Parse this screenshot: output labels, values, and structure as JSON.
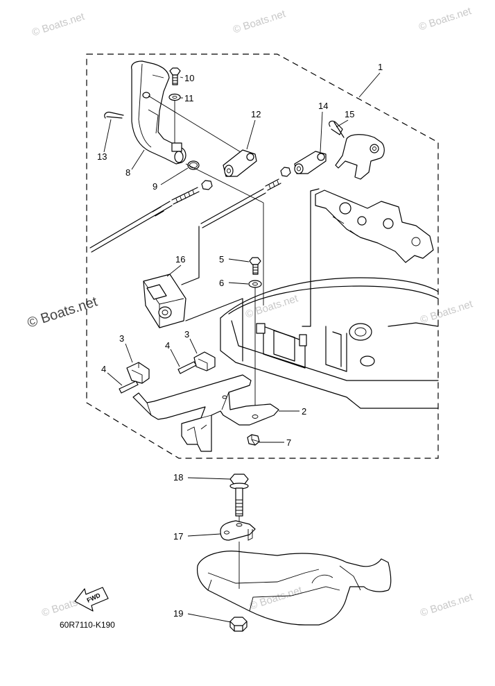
{
  "watermark": "© Boats.net",
  "callouts": [
    "1",
    "2",
    "3",
    "3",
    "4",
    "4",
    "5",
    "6",
    "7",
    "8",
    "9",
    "10",
    "11",
    "12",
    "13",
    "14",
    "15",
    "16",
    "17",
    "18",
    "19"
  ],
  "fwd_label": "FWD",
  "diagram_code": "60R7110-K190",
  "colors": {
    "line": "#000000",
    "watermark": "#c8c8c8",
    "watermark_strong": "#444444",
    "background": "#ffffff"
  }
}
